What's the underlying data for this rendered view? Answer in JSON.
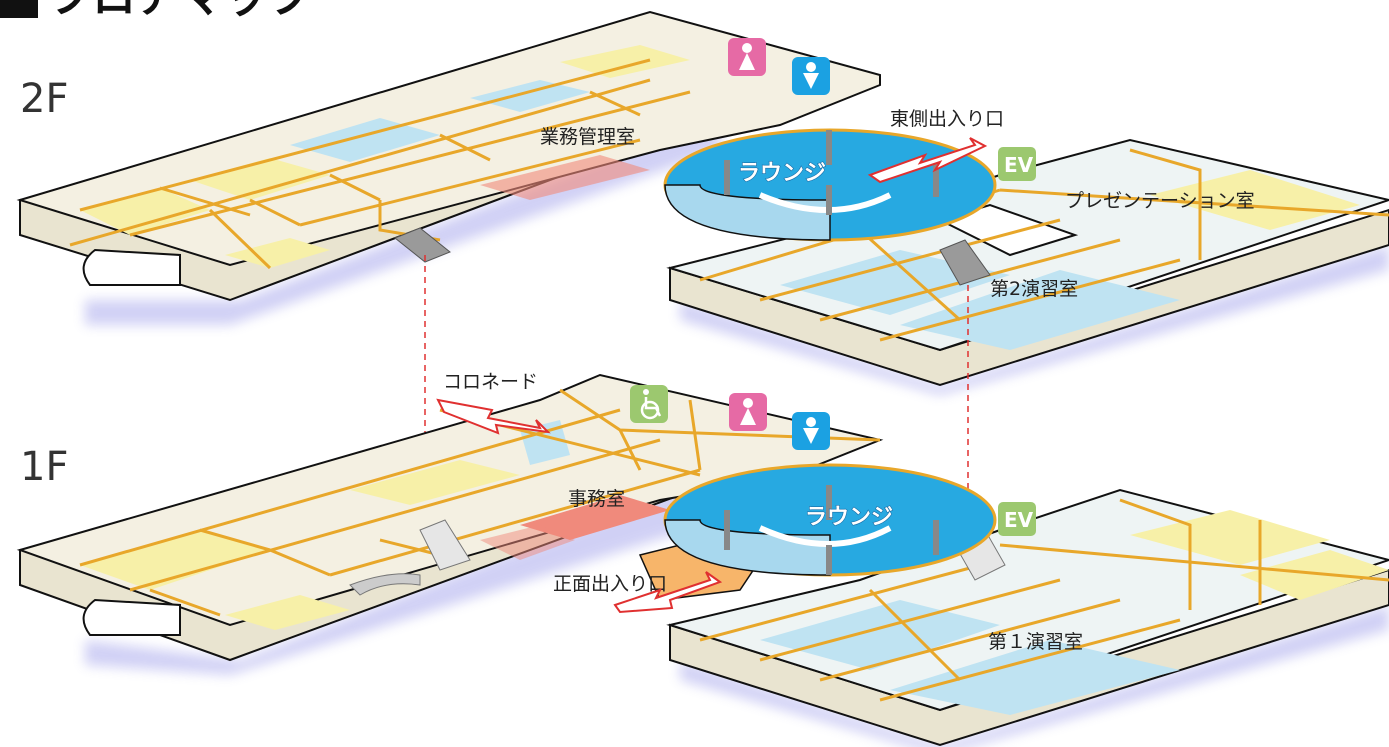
{
  "title": "フロアマップ",
  "floors": [
    {
      "level": "2F",
      "rooms": {
        "business_office": "業務管理室",
        "lounge": "ラウンジ",
        "presentation_room": "プレゼンテーション室",
        "practice_room": "第2演習室"
      },
      "entrance": "東側出入り口",
      "elevator": "EV",
      "facilities": [
        "womens-restroom",
        "mens-restroom"
      ]
    },
    {
      "level": "1F",
      "rooms": {
        "office": "事務室",
        "lounge": "ラウンジ",
        "practice_room": "第１演習室"
      },
      "entrance": "正面出入り口",
      "colonnade": "コロネード",
      "elevator": "EV",
      "facilities": [
        "accessible-restroom",
        "womens-restroom",
        "mens-restroom"
      ]
    }
  ],
  "colors": {
    "outline": "#e8a72a",
    "lounge_blue": "#27a9e1",
    "room_blue": "#bfe3f2",
    "room_yellow": "#f7f0a8",
    "office_red": "#f08a7c",
    "ev_green": "#9cc86f",
    "female_pink": "#e66aa5",
    "male_blue": "#1ba1e2",
    "arrow_red": "#e03030",
    "link_red": "#e03030"
  }
}
